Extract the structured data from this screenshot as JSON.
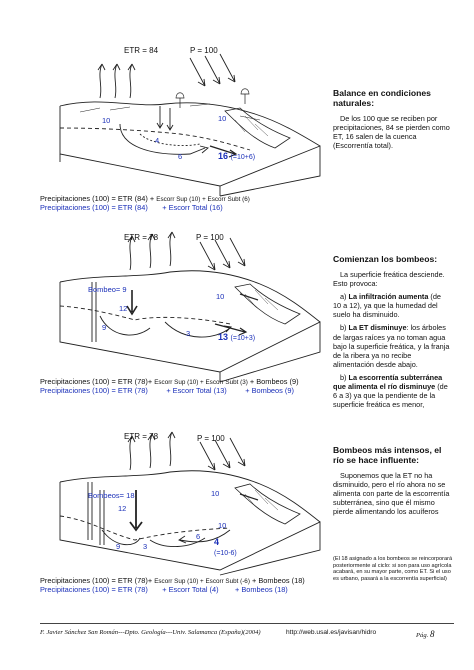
{
  "d1": {
    "etr": "ETR = 84",
    "p": "P = 100",
    "n10a": "10",
    "n4": "4",
    "n10b": "10",
    "n6": "6",
    "n16": "16",
    "n16sub": "(=10+6)",
    "eq1": {
      "a": "Precipitaciones (100)  =  ETR (84) + ",
      "b": "Escorr Sup  (10)",
      "c": " + Escorr Subt (6)"
    },
    "eq2": {
      "a": "Precipitaciones (100)  =  ETR (84)",
      "b": "+ Escorr Total (16)"
    }
  },
  "d2": {
    "etr": "ETR = 78",
    "p": "P = 100",
    "bombeo": "Bombeo= 9",
    "n12": "12",
    "n10": "10",
    "n9": "9",
    "n3": "3",
    "n13": "13",
    "n13sub": "(=10+3)",
    "eq1": {
      "a": "Precipitaciones (100) = ETR (78)+ ",
      "b": "Escorr Sup (10) + Escorr Subt (3)",
      "c": " + Bombeos (9)"
    },
    "eq2": {
      "a": "Precipitaciones (100) = ETR (78)",
      "b": "+ Escorr Total (13)",
      "c": "+ Bombeos (9)"
    }
  },
  "d3": {
    "etr": "ETR = 78",
    "p": "P = 100",
    "bombeos": "Bombeos= 18",
    "n10": "10",
    "n12": "12",
    "n10b": "10",
    "n9": "9",
    "n3": "3",
    "n6": "6",
    "n4": "4",
    "n4sub": "(=10-6)",
    "eq1": {
      "a": "Precipitaciones (100) = ETR (78)+ ",
      "b": "Escorr Sup (10) + Escorr Subt (-6)",
      "c": "+ Bombeos (18)"
    },
    "eq2": {
      "a": "Precipitaciones (100) = ETR (78)",
      "b": "+ Escorr Total (4)",
      "c": "+ Bombeos (18)"
    }
  },
  "s1": {
    "title": "Balance en condiciones naturales:",
    "body": "De los 100 que se reciben por precipitaciones, 84 se pierden como ET, 16 salen de la cuenca  (Escorrentía total)."
  },
  "s2": {
    "title": "Comienzan los bombeos:",
    "intro": "La superficie freática desciende. Esto provoca:",
    "a_pre": "a) ",
    "a_bold": "La infiltración aumenta",
    "a_rest": " (de 10 a 12), ya que la humedad del suelo ha disminuido.",
    "b_pre": "b) ",
    "b_bold": "La ET disminuye",
    "b_rest": ": los árboles de largas raíces ya no toman agua bajo la superficie freática, y la franja de la ribera ya no recibe alimentación desde abajo.",
    "c_pre": "b) ",
    "c_bold": "La escorrentía subterránea que alimenta el río disminuye",
    "c_rest": " (de 6 a 3) ya que la pendiente de la superficie freática es menor,"
  },
  "s3": {
    "title": "Bombeos más intensos, el río se hace influente:",
    "body": "Suponemos que la ET no ha disminuido, pero el río ahora no se alimenta con parte de la escorrentía subterránea, sino que él mismo pierde alimentando los acuíferos"
  },
  "note": "(El 18 asignado a los bombeos se reincorporará posteriormente al ciclo: si son para uso agrícola acabará, en su mayor parte, como ET. Si el uso es urbano, pasará a la escorrentía superficial)",
  "footer": {
    "author": "F. Javier Sánchez San Román---Dpto. Geología---Univ. Salamanca (España)(2004)",
    "url": "http://web.usal.es/javisan/hidro",
    "pag_label": "Pág.",
    "pag_num": "8"
  },
  "colors": {
    "blue": "#1a2fb8",
    "ink": "#222222"
  }
}
